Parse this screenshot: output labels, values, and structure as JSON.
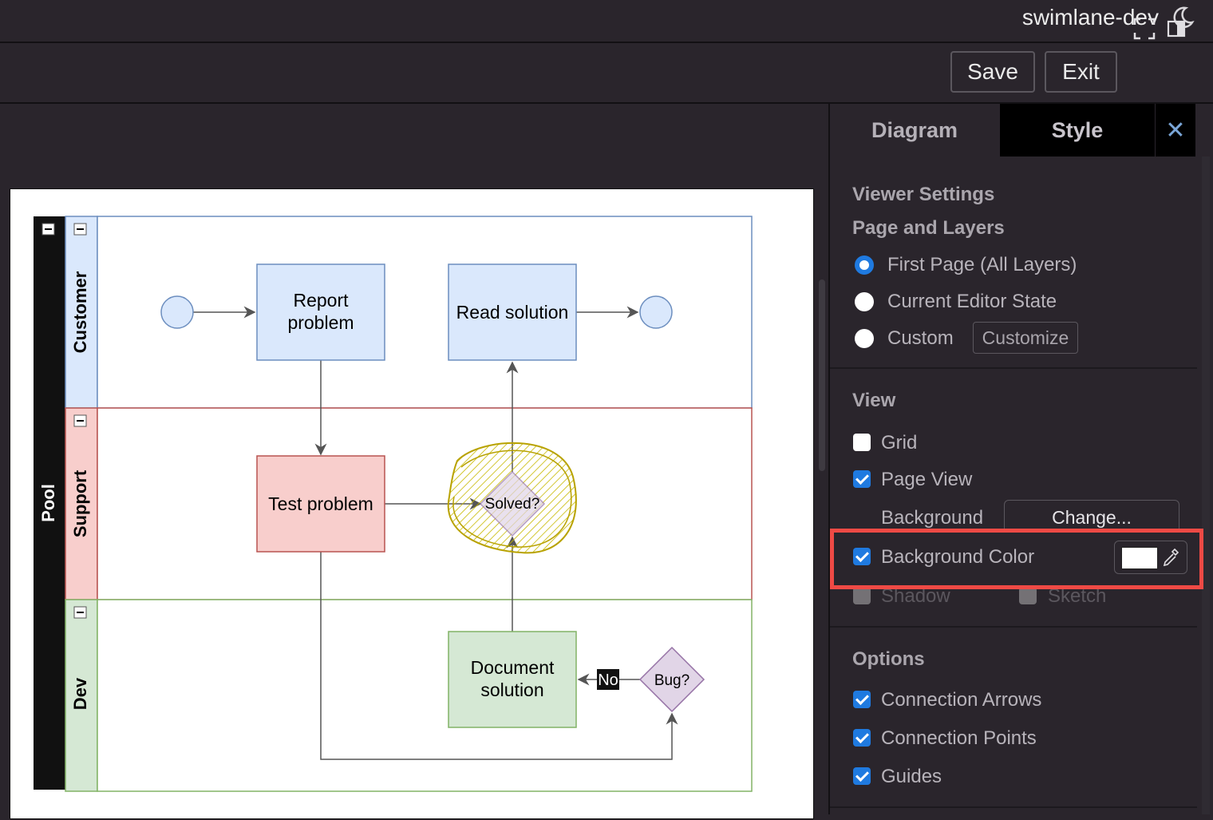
{
  "app": {
    "title": "swimlane-dev"
  },
  "toolbar": {
    "save_label": "Save",
    "exit_label": "Exit"
  },
  "tabs": {
    "diagram": "Diagram",
    "style": "Style",
    "close": "✕"
  },
  "viewer_settings": {
    "title": "Viewer Settings",
    "page_layers_title": "Page and Layers",
    "options": [
      {
        "label": "First Page (All Layers)",
        "selected": true
      },
      {
        "label": "Current Editor State",
        "selected": false
      },
      {
        "label": "Custom",
        "selected": false
      }
    ],
    "customize_label": "Customize"
  },
  "view": {
    "title": "View",
    "grid_label": "Grid",
    "grid_checked": false,
    "page_view_label": "Page View",
    "page_view_checked": true,
    "background_label": "Background",
    "change_label": "Change...",
    "background_color_label": "Background Color",
    "background_color_checked": true,
    "background_color_value": "#ffffff",
    "shadow_label": "Shadow",
    "sketch_label": "Sketch"
  },
  "options": {
    "title": "Options",
    "items": [
      {
        "label": "Connection Arrows",
        "checked": true
      },
      {
        "label": "Connection Points",
        "checked": true
      },
      {
        "label": "Guides",
        "checked": true
      }
    ]
  },
  "diagram": {
    "pool_label": "Pool",
    "lanes": [
      {
        "label": "Customer",
        "color": "#dae8fc",
        "stroke": "#6c8ebf"
      },
      {
        "label": "Support",
        "color": "#f8cecc",
        "stroke": "#b85450"
      },
      {
        "label": "Dev",
        "color": "#d5e8d4",
        "stroke": "#82b366"
      }
    ],
    "nodes": {
      "report": "Report\nproblem",
      "read": "Read solution",
      "test": "Test problem",
      "solved": "Solved?",
      "document": "Document\nsolution",
      "bug": "Bug?",
      "no_label": "No"
    }
  },
  "colors": {
    "accent": "#1f7ae0",
    "highlight": "#ef4a45"
  }
}
